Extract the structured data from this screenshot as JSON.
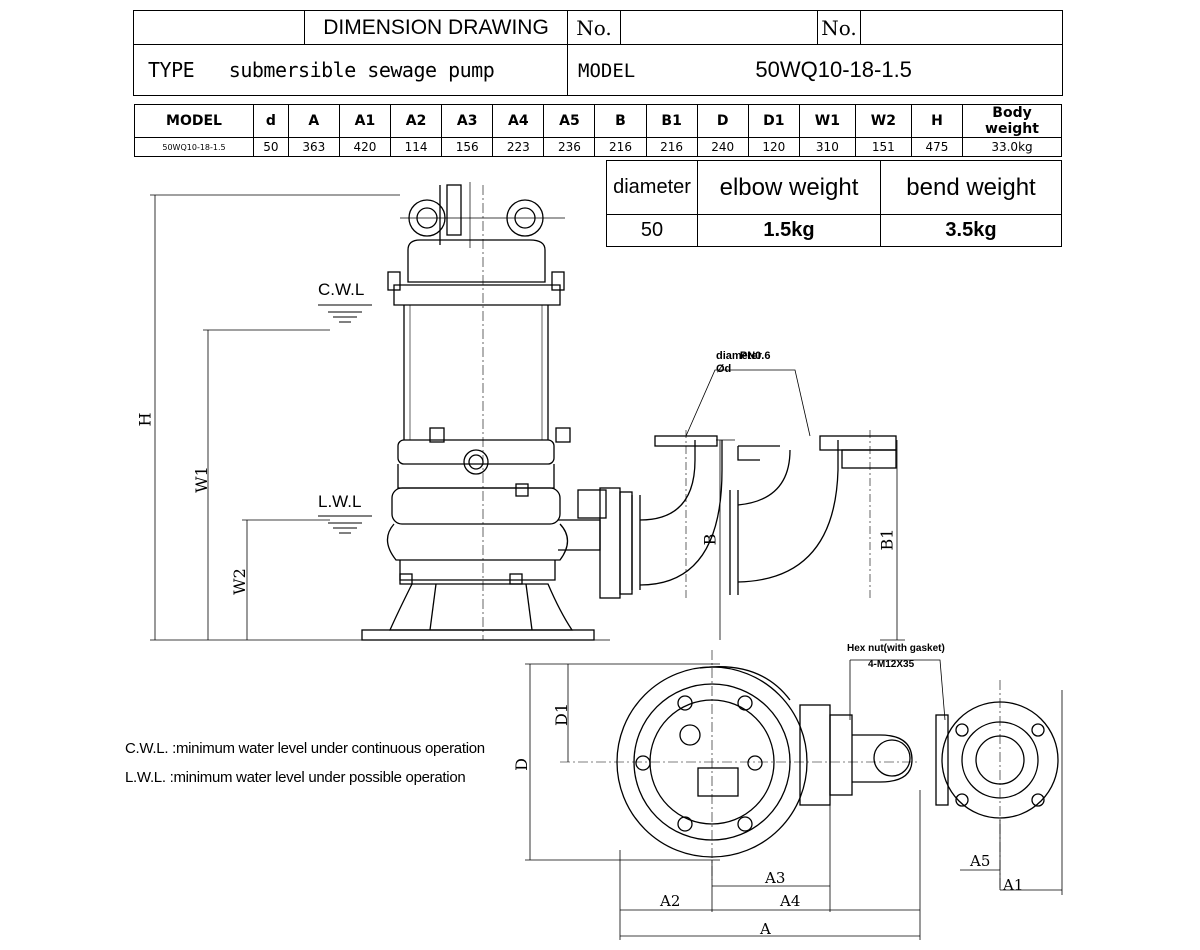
{
  "header": {
    "title": "DIMENSION DRAWING",
    "no_label_1": "No.",
    "no_label_2": "No.",
    "type_label": "TYPE",
    "type_value": "submersible sewage pump",
    "model_label": "MODEL",
    "model_value": "50WQ10-18-1.5"
  },
  "dimensions": {
    "headers": [
      "MODEL",
      "d",
      "A",
      "A1",
      "A2",
      "A3",
      "A4",
      "A5",
      "B",
      "B1",
      "D",
      "D1",
      "W1",
      "W2",
      "H",
      "Body weight"
    ],
    "values": [
      "50WQ10-18-1.5",
      "50",
      "363",
      "420",
      "114",
      "156",
      "223",
      "236",
      "216",
      "216",
      "240",
      "120",
      "310",
      "151",
      "475",
      "33.0kg"
    ]
  },
  "weights": {
    "headers": [
      "diameter",
      "elbow weight",
      "bend weight"
    ],
    "values": [
      "50",
      "1.5kg",
      "3.5kg"
    ]
  },
  "drawing_labels": {
    "cwl": "C.W.L",
    "lwl": "L.W.L",
    "H": "H",
    "W1": "W1",
    "W2": "W2",
    "B": "B",
    "B1": "B1",
    "diameter_callout": "diameter",
    "pn": "PN0.6",
    "phi_d": "Ød",
    "hex_nut": "Hex nut(with gasket)",
    "bolts": "4-M12X35",
    "D": "D",
    "D1": "D1",
    "A": "A",
    "A1": "A1",
    "A2": "A2",
    "A3": "A3",
    "A4": "A4",
    "A5": "A5"
  },
  "notes": {
    "cwl_note": "C.W.L. :minimum water level under continuous operation",
    "lwl_note": "L.W.L. :minimum water level under possible operation"
  }
}
